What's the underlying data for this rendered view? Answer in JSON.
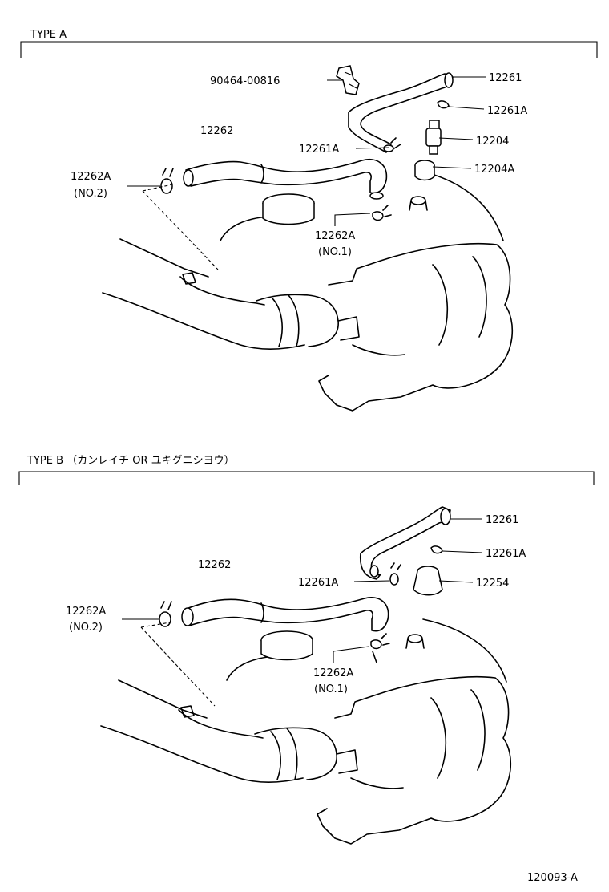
{
  "sections": [
    {
      "title": "TYPE  A",
      "labels": {
        "p90464": "90464-00816",
        "p12261": "12261",
        "p12261a_top": "12261A",
        "p12262": "12262",
        "p12261a_mid": "12261A",
        "p12204": "12204",
        "p12262a_no2": "12262A",
        "no2": "(NO.2)",
        "p12204a": "12204A",
        "p12262a_no1": "12262A",
        "no1": "(NO.1)"
      }
    },
    {
      "title": "TYPE B  （カンレイチ   OR   ユキグニシヨウ）",
      "labels": {
        "p12261": "12261",
        "p12261a_top": "12261A",
        "p12262": "12262",
        "p12261a_mid": "12261A",
        "p12254": "12254",
        "p12262a_no2": "12262A",
        "no2": "(NO.2)",
        "p12262a_no1": "12262A",
        "no1": "(NO.1)"
      }
    }
  ],
  "diagram_code": "120093-A"
}
